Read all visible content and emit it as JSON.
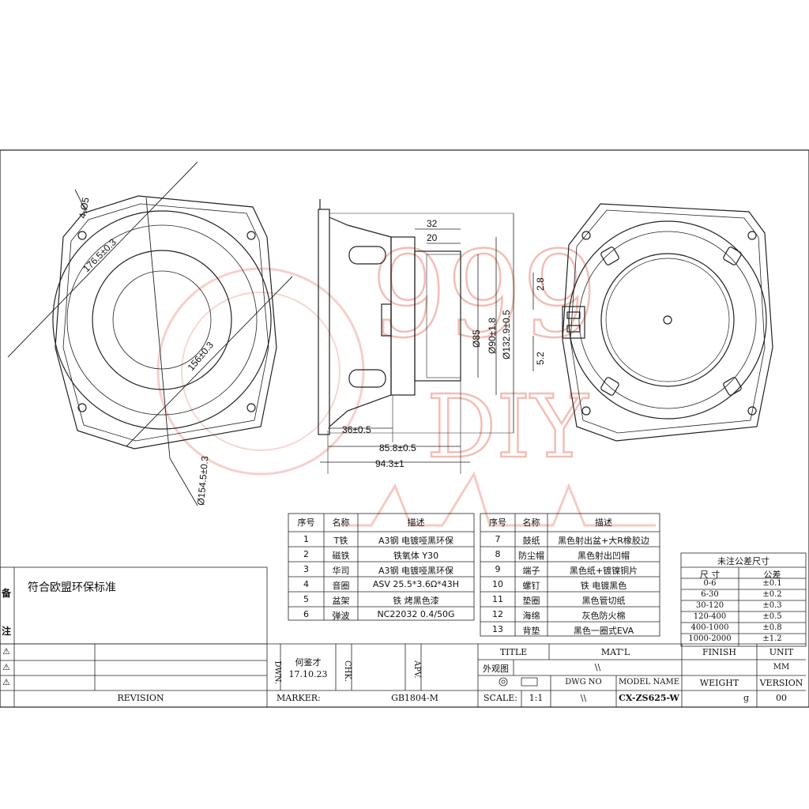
{
  "watermark": {
    "text_top": "999",
    "text_bottom": "DIY",
    "color": "#e98a7a"
  },
  "dims_front": {
    "holes": "4-Ø5",
    "diag": "176.5±0.3",
    "inner": "156±0.3",
    "outer": "Ø154.5±0.3"
  },
  "dims_side": {
    "d32": "32",
    "d20": "20",
    "phi85": "Ø85",
    "phi90": "Ø90±1.8",
    "phi132": "Ø132.9±0.5",
    "d36": "36±0.5",
    "d858": "85.8±0.5",
    "d943": "94.3±1",
    "d28": "2.8",
    "d52": "5.2"
  },
  "bom_left": {
    "headers": [
      "序号",
      "名称",
      "描述"
    ],
    "rows": [
      [
        "1",
        "T铁",
        "A3钢  电镀哑黑环保"
      ],
      [
        "2",
        "磁铁",
        "铁氧体  Y30"
      ],
      [
        "3",
        "华司",
        "A3钢  电镀哑黑环保"
      ],
      [
        "4",
        "音圈",
        "ASV 25.5*3.6Ω*43H"
      ],
      [
        "5",
        "盆架",
        "铁  烤黑色漆"
      ],
      [
        "6",
        "弹波",
        "NC22032  0.4/50G"
      ]
    ]
  },
  "bom_right": {
    "headers": [
      "序号",
      "名称",
      "描述"
    ],
    "rows": [
      [
        "7",
        "鼓纸",
        "黑色射出盆+大R橡胶边"
      ],
      [
        "8",
        "防尘帽",
        "黑色射出凹帽"
      ],
      [
        "9",
        "端子",
        "黑色纸+镀镍铜片"
      ],
      [
        "10",
        "螺钉",
        "铁  电镀黑色"
      ],
      [
        "11",
        "垫圈",
        "黑色管切纸"
      ],
      [
        "12",
        "海绵",
        "灰色防火棉"
      ],
      [
        "13",
        "背垫",
        "黑色一圈式EVA"
      ]
    ]
  },
  "tolerance": {
    "title": "未注公差尺寸",
    "headers": [
      "尺  寸",
      "公差"
    ],
    "rows": [
      [
        "0-6",
        "±0.1"
      ],
      [
        "6-30",
        "±0.2"
      ],
      [
        "30-120",
        "±0.3"
      ],
      [
        "120-400",
        "±0.5"
      ],
      [
        "400-1000",
        "±0.8"
      ],
      [
        "1000-2000",
        "±1.2"
      ]
    ]
  },
  "notes": {
    "label_top": "备",
    "label_bottom": "注",
    "text": "符合欧盟环保标准",
    "revision_marks": [
      "⚠",
      "⚠",
      "⚠"
    ],
    "revision_label": "REVISION"
  },
  "title_block": {
    "dwn_label": "DWN.",
    "drafter": "何鉴才",
    "date": "17.10.23",
    "chk_label": "CHK.",
    "apv_label": "APV.",
    "marker_label": "MARKER:",
    "marker_value": "GB1804-M",
    "title_label": "TITLE",
    "matl_label": "MAT'L",
    "finish_label": "FINISH",
    "unit_label": "UNIT",
    "appearance_label": "外观图",
    "matl_value": "\\\\",
    "unit_value": "MM",
    "dwg_no_label": "DWG NO",
    "model_name_label": "MODEL NAME",
    "weight_label": "WEIGHT",
    "version_label": "VERSION",
    "scale_label": "SCALE:",
    "scale_value": "1:1",
    "dwg_no_value": "\\\\",
    "model_name_value": "CX-ZS625-W",
    "weight_unit": "g",
    "version_value": "00"
  }
}
